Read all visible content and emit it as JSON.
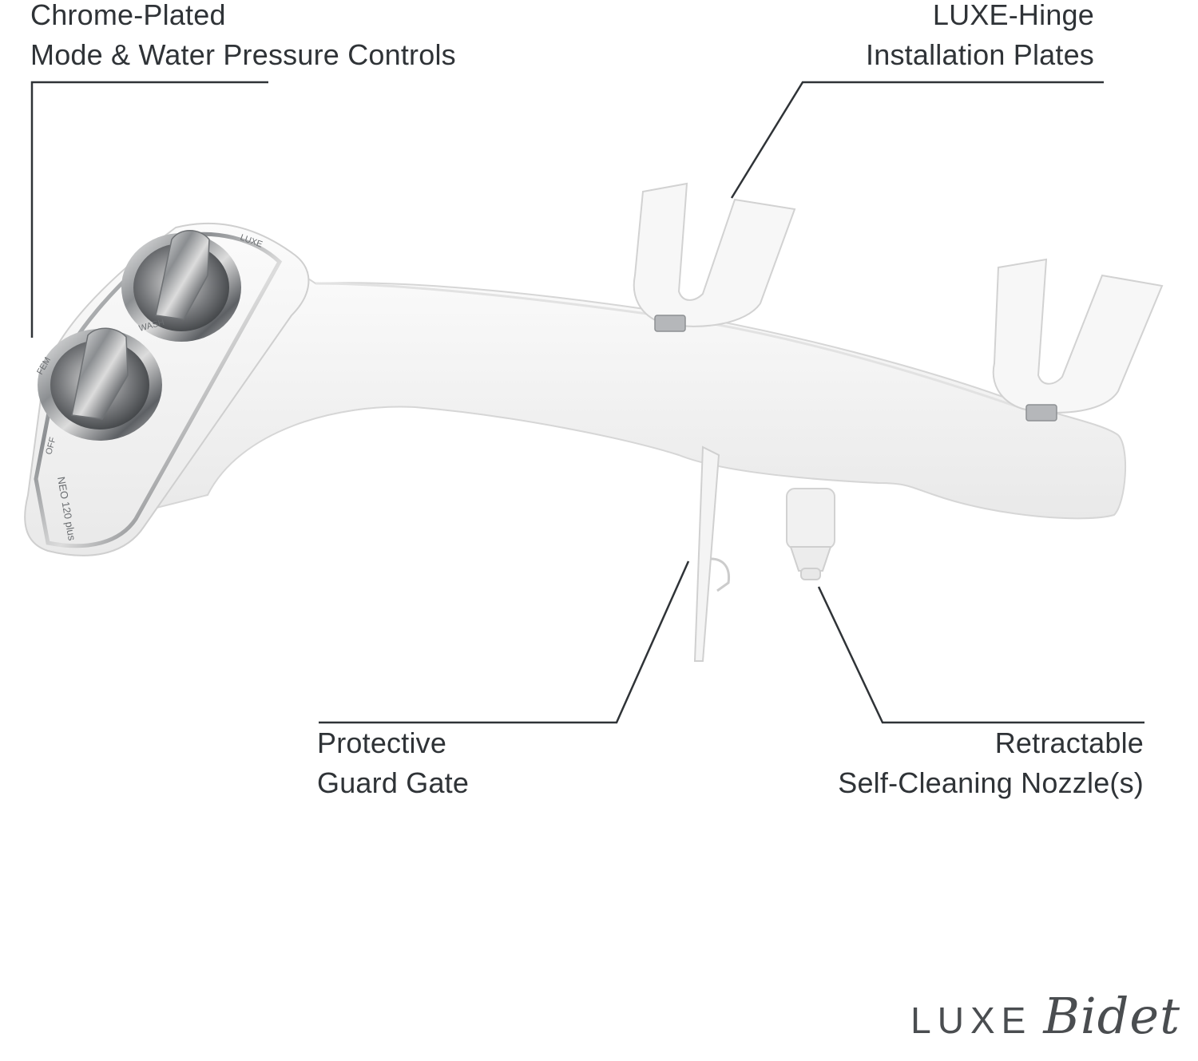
{
  "callouts": {
    "controls": {
      "line1": "Chrome-Plated",
      "line2": "Mode & Water Pressure Controls"
    },
    "hinge": {
      "line1": "LUXE-Hinge",
      "line2": "Installation Plates"
    },
    "gate": {
      "line1": "Protective",
      "line2": "Guard Gate"
    },
    "nozzle": {
      "line1": "Retractable",
      "line2": "Self-Cleaning Nozzle(s)"
    }
  },
  "product": {
    "model_mark": "NEO 120 plus",
    "dial_marks": [
      "OFF",
      "WASH",
      "FEM",
      "LUXE"
    ]
  },
  "brand": {
    "luxe": "LUXE",
    "bidet": "Bidet"
  },
  "colors": {
    "text": "#2f3337",
    "body": "#f3f3f3",
    "chrome": "#9a9da0"
  }
}
